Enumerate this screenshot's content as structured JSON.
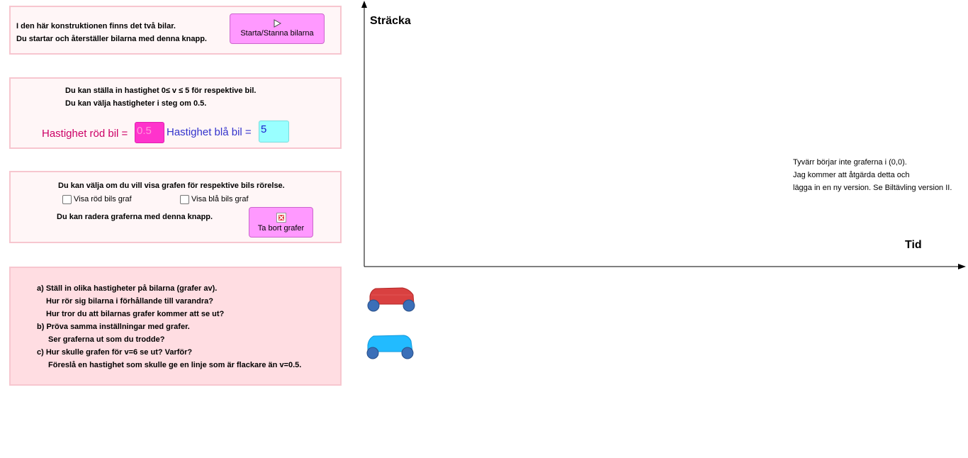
{
  "panel_start": {
    "line1": "I den här konstruktionen finns det två bilar.",
    "line2": "Du startar och återställer bilarna med denna knapp.",
    "button_label": "Starta/Stanna bilarna",
    "button_icon": "play-icon"
  },
  "panel_speed": {
    "line1": "Du kan ställa in hastighet 0≤ v ≤ 5 för respektive bil.",
    "line2": "Du kan välja hastigheter i steg om 0.5.",
    "red_label": "Hastighet röd bil =",
    "red_value": "0.5",
    "blue_label": "Hastighet blå bil =",
    "blue_value": "5"
  },
  "panel_graph": {
    "line1": "Du kan välja om du vill visa grafen för respektive bils rörelse.",
    "show_red_label": "Visa röd bils graf",
    "show_red_checked": false,
    "show_blue_label": "Visa blå bils graf",
    "show_blue_checked": false,
    "delete_text": "Du kan radera graferna med denna knapp.",
    "delete_button_label": "Ta bort grafer",
    "delete_button_icon": "broken-image-icon"
  },
  "panel_questions": {
    "lines": [
      "a) Ställ in olika hastigheter på bilarna (grafer av).",
      "   Hur rör sig bilarna i förhållande till varandra?",
      "   Hur tror du att bilarnas grafer kommer att se ut?",
      "b) Pröva samma inställningar med grafer.",
      "    Ser graferna ut som du trodde?",
      "c) Hur skulle grafen för v=6 se ut? Varför?",
      "    Föreslå en hastighet som skulle ge en linje som är flackare än v=0.5."
    ]
  },
  "graph": {
    "y_axis_label": "Sträcka",
    "x_axis_label": "Tid",
    "note": [
      "Tyvärr börjar inte graferna i (0,0).",
      "Jag kommer att åtgärda detta och",
      "lägga in en ny version. Se Biltävling version II."
    ]
  },
  "cars": {
    "red": {
      "color": "#d94040",
      "icon": "red-car-icon"
    },
    "blue": {
      "color": "#22bbff",
      "icon": "blue-car-icon"
    }
  },
  "colors": {
    "panel_border": "#f7c6cf",
    "panel_bg": "#fff6f7",
    "question_bg": "#ffdde2",
    "button_bg": "#ff99ff",
    "red_text": "#cc0066",
    "red_field": "#ff33cc",
    "blue_text": "#3333cc",
    "blue_field": "#99ffff"
  }
}
